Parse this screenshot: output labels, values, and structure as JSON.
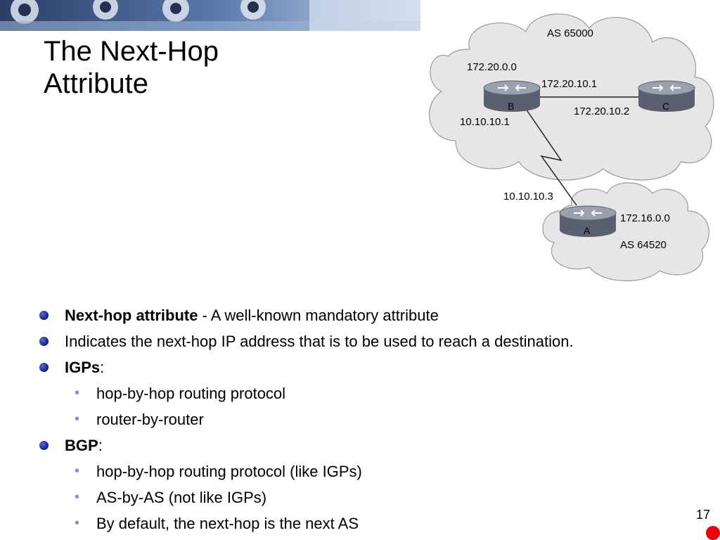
{
  "slide": {
    "title_line1": "The Next-Hop",
    "title_line2": "Attribute",
    "page_number": "17"
  },
  "diagram": {
    "as_top": "AS 65000",
    "as_bottom": "AS 64520",
    "routers": [
      "B",
      "C",
      "A"
    ],
    "labels": {
      "net_b": "172.20.0.0",
      "b_c_link": "172.20.10.1",
      "c_addr": "172.20.10.2",
      "b_serial": "10.10.10.1",
      "a_serial": "10.10.10.3",
      "net_a": "172.16.0.0"
    }
  },
  "bullets": [
    {
      "bold": "Next-hop attribute",
      "rest": " - A well-known mandatory attribute"
    },
    {
      "bold": "",
      "rest": "Indicates the next-hop IP address that is to be used to reach a destination."
    },
    {
      "bold": "IGPs",
      "rest": ":"
    },
    {
      "sub": "hop-by-hop routing protocol"
    },
    {
      "sub": "router-by-router"
    },
    {
      "bold": "BGP",
      "rest": ":"
    },
    {
      "sub": "hop-by-hop routing protocol (like IGPs)"
    },
    {
      "sub": "AS-by-AS (not like IGPs)"
    },
    {
      "sub": "By default, the next-hop is the next AS"
    }
  ],
  "colors": {
    "bullet": "#1a2a9a",
    "sub_bullet": "#8a8ad8",
    "cloud": "#e6e6e6",
    "accent_red": "#e8000d"
  }
}
